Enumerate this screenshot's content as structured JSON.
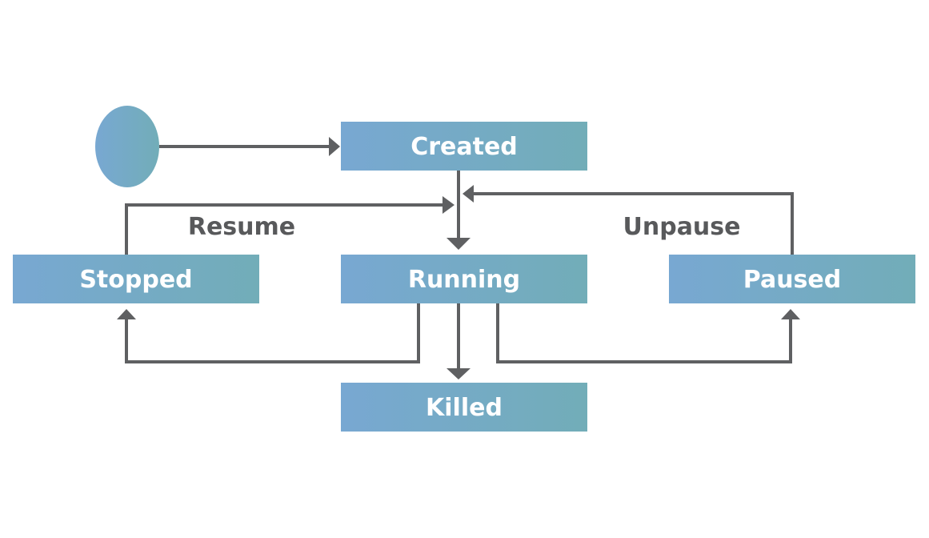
{
  "states": {
    "created": "Created",
    "stopped": "Stopped",
    "running": "Running",
    "paused": "Paused",
    "killed": "Killed"
  },
  "transitions": {
    "resume": "Resume",
    "unpause": "Unpause"
  },
  "colors": {
    "node_gradient_start": "#78a8d2",
    "node_gradient_end": "#72adb8",
    "node_text": "#ffffff",
    "edge": "#5f6062",
    "edge_label": "#58595b"
  },
  "icons": {
    "initial_state": "filled-circle-initial-state"
  }
}
